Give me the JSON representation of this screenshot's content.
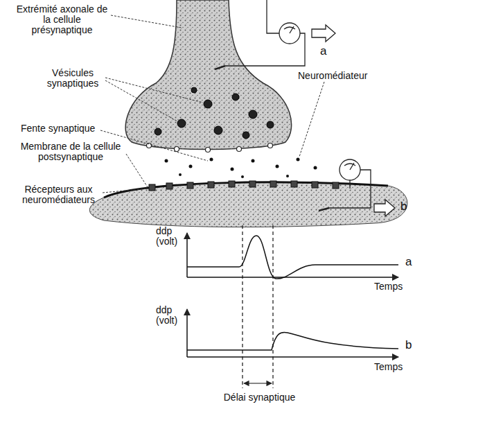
{
  "diagram": {
    "labels": [
      "Extrémité axonale de la cellule présynaptique",
      "a",
      "Vésicules synaptiques",
      "Neuromédiateur",
      "Fente synaptique",
      "Membrane de la cellule postsynaptique",
      "b",
      "Récepteurs aux neuromédiateurs",
      "ddp (volt)",
      "a",
      "Temps",
      "ddp (volt)",
      "b",
      "Temps",
      "Délai synaptique"
    ]
  }
}
